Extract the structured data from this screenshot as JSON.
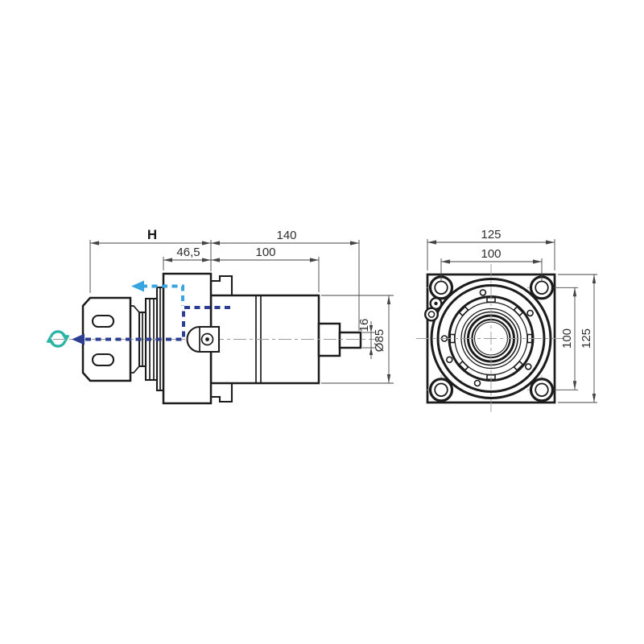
{
  "page": {
    "background": "#ffffff"
  },
  "drawing": {
    "side_view": {
      "dims": {
        "height_label": "H",
        "total_length": "140",
        "flange_thickness": "46,5",
        "body_length": "100",
        "shaft_diameter": "16",
        "body_diameter": "Ø85"
      }
    },
    "front_view": {
      "dims": {
        "flange_width": "125",
        "bolt_spacing_horizontal": "100",
        "bolt_spacing_vertical": "100",
        "flange_height": "125"
      }
    },
    "colors": {
      "outline": "#1c1c1c",
      "dimension": "#454545",
      "centerline": "#9c9c9c",
      "coolant_internal": "#2b3e91",
      "coolant_external": "#38a4e0",
      "rotation": "#2ab4a4"
    },
    "icons": {
      "rotation_icon": "circular-arrows-rotation",
      "internal_coolant_arrow": "dashed-arrow-left-dark-blue",
      "external_coolant_arrow": "dashed-arrow-left-light-blue"
    }
  }
}
